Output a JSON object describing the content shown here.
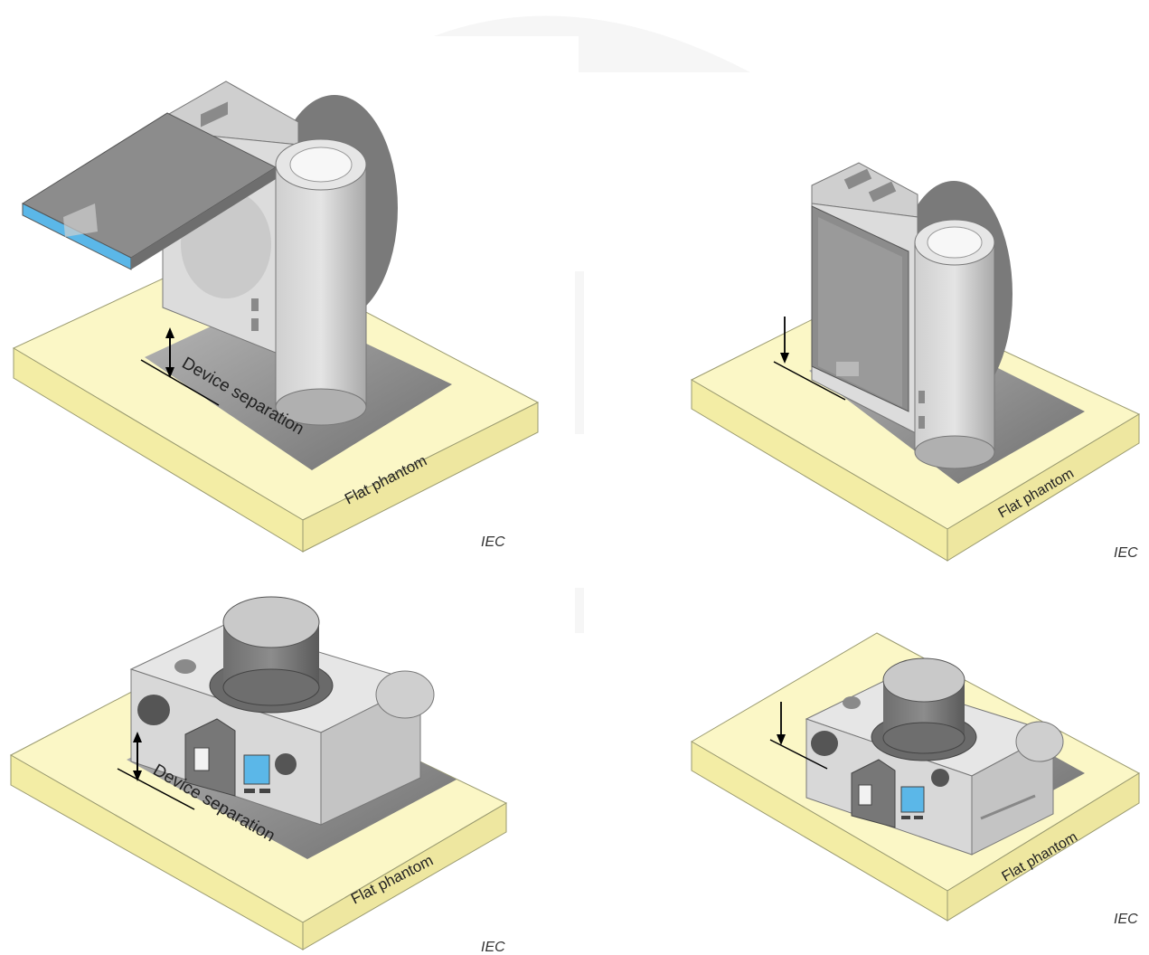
{
  "labels": {
    "device_separation": "Device separation",
    "flat_phantom": "Flat phantom",
    "iec": "IEC"
  },
  "colors": {
    "phantom_top": "#fbf7c6",
    "phantom_side": "#f3eda5",
    "shadow": "#8f8f8f",
    "device_light": "#d9d9d9",
    "device_mid": "#bdbdbd",
    "device_dark": "#7c7c7c",
    "screen": "#5bb7e8"
  }
}
